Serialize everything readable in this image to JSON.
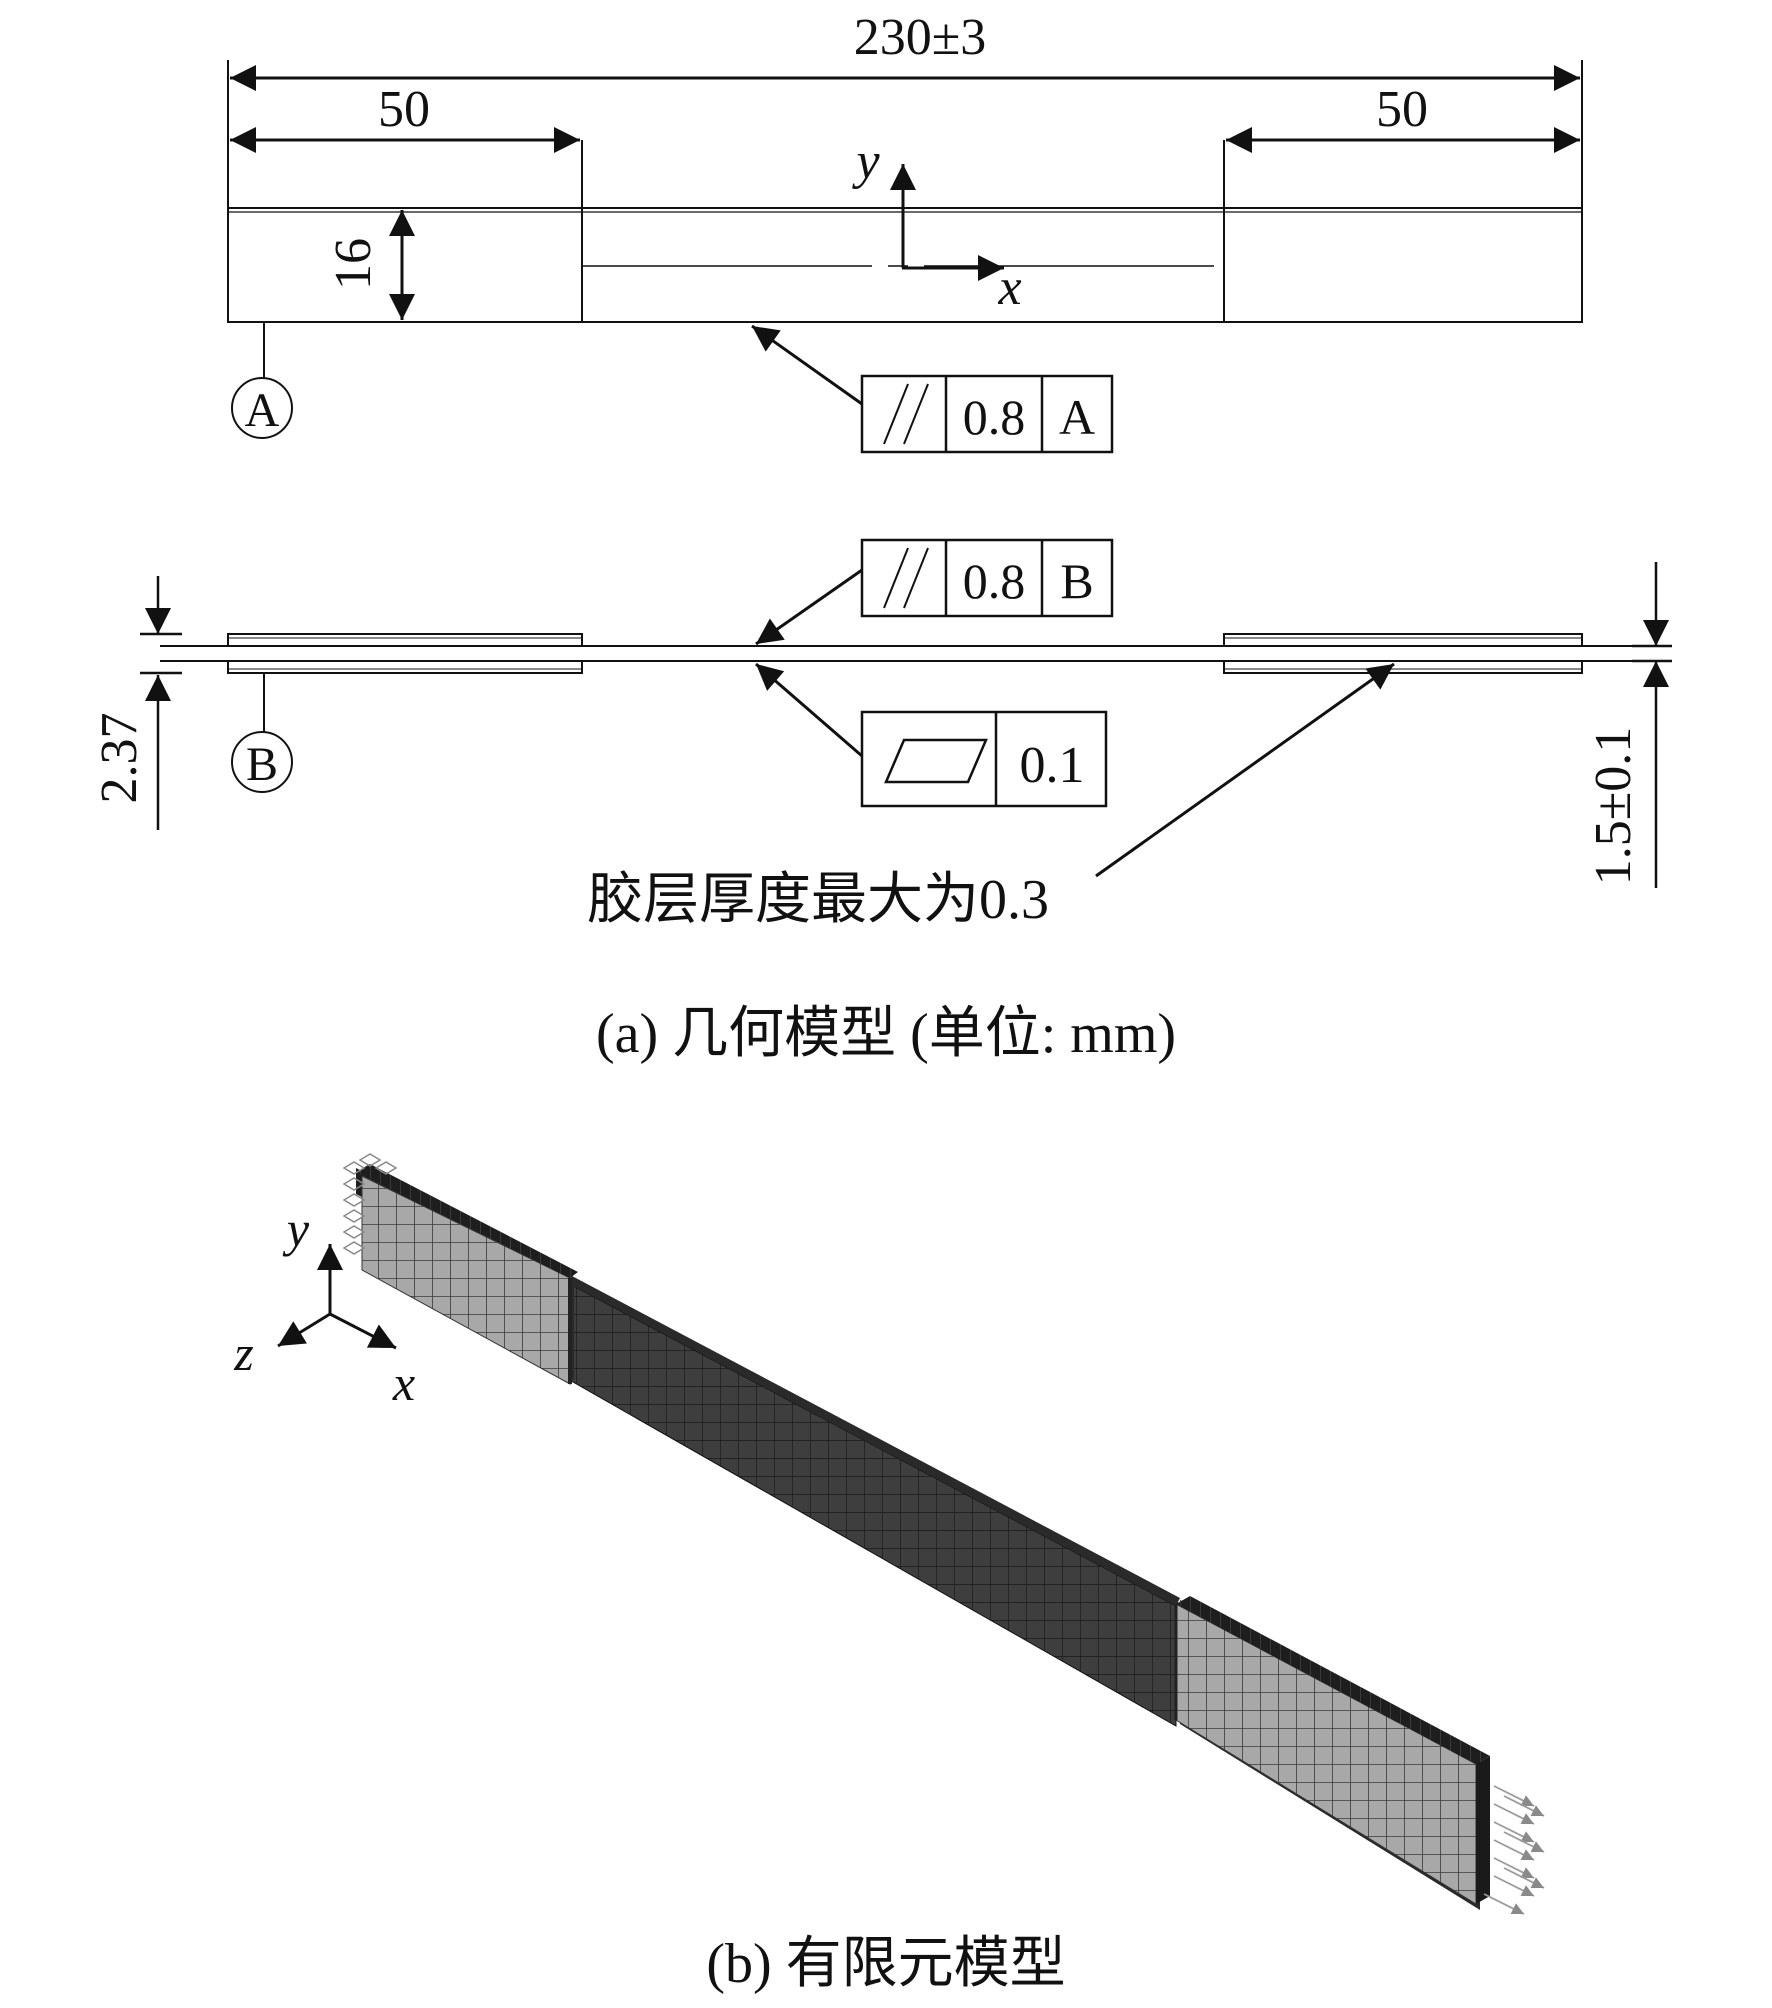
{
  "geometry": {
    "dim_total": "230±3",
    "dim_grip_left": "50",
    "dim_grip_right": "50",
    "dim_width": "16",
    "axis_y": "y",
    "axis_x": "x",
    "datum_a": "A",
    "tol_parallel_a": {
      "value": "0.8",
      "datum": "A"
    },
    "tol_parallel_b": {
      "value": "0.8",
      "datum": "B"
    },
    "datum_b": "B",
    "tol_flatness": {
      "value": "0.1"
    },
    "dim_total_thickness": "2.37",
    "dim_plate_thickness": "1.5±0.1",
    "adhesive_note": "胶层厚度最大为0.3",
    "caption": "(a) 几何模型 (单位: mm)"
  },
  "fem": {
    "axis_y": "y",
    "axis_z": "z",
    "axis_x": "x",
    "caption": "(b) 有限元模型"
  },
  "colors": {
    "line": "#111111",
    "tab_fill": "#a6a6a6",
    "tab_mesh": "#3a3a3a",
    "gauge_fill": "#3c3c3c",
    "gauge_mesh": "#1a1a1a",
    "edge_dark": "#161616",
    "load_arrow": "#9a9a9a"
  }
}
